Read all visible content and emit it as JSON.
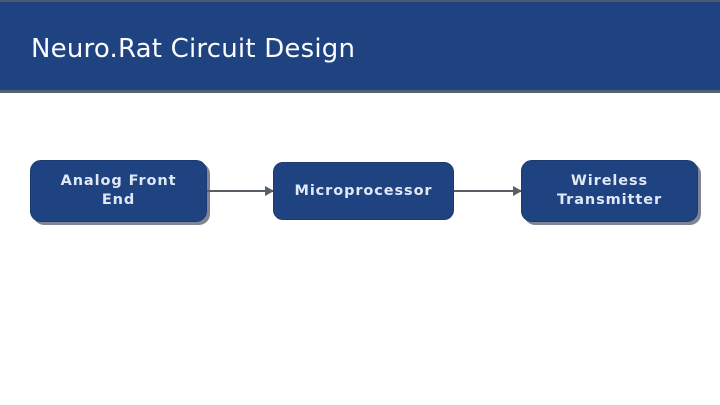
{
  "slide": {
    "title": "Neuro.Rat Circuit Design",
    "background_color": "#ffffff",
    "banner_color": "#1f4281",
    "title_color": "#fbfcfe"
  },
  "diagram": {
    "type": "block-flow",
    "orientation": "left-to-right",
    "node_fill_color": "#1f4281",
    "node_text_color": "#dfe8f4",
    "connector_color": "#595f66",
    "nodes": [
      {
        "id": "analog-front-end",
        "label": "Analog Front\nEnd"
      },
      {
        "id": "microprocessor",
        "label": "Microprocessor"
      },
      {
        "id": "wireless-transmitter",
        "label": "Wireless\nTransmitter"
      }
    ],
    "connectors": [
      {
        "id": "afe-to-mcu",
        "from": "analog-front-end",
        "to": "microprocessor",
        "style": "arrow"
      },
      {
        "id": "mcu-to-tx",
        "from": "microprocessor",
        "to": "wireless-transmitter",
        "style": "arrow"
      }
    ]
  }
}
